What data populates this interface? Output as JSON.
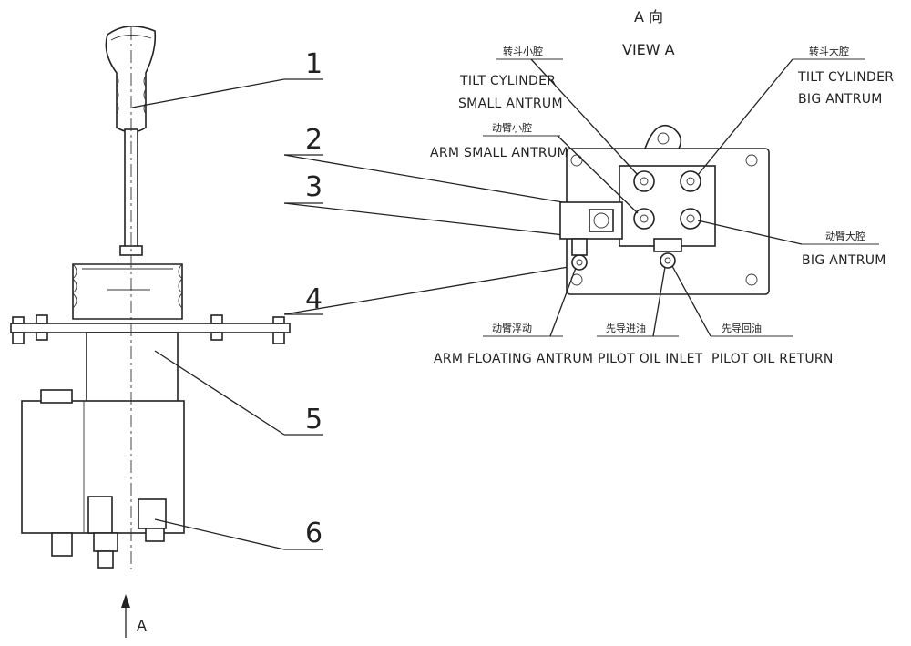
{
  "view": {
    "title_cn": "A 向",
    "title_en": "VIEW A",
    "arrow_label": "A"
  },
  "part_numbers": [
    "1",
    "2",
    "3",
    "4",
    "5",
    "6"
  ],
  "ports": {
    "tilt_small": {
      "cn": "转斗小腔",
      "en_line1": "TILT CYLINDER",
      "en_line2": "SMALL ANTRUM"
    },
    "tilt_big": {
      "cn": "转斗大腔",
      "en_line1": "TILT CYLINDER",
      "en_line2": "BIG ANTRUM"
    },
    "arm_small": {
      "cn": "动臂小腔",
      "en": "ARM SMALL ANTRUM"
    },
    "arm_big": {
      "cn": "动臂大腔",
      "en": "BIG ANTRUM"
    },
    "arm_floating": {
      "cn": "动臂浮动",
      "en": "ARM FLOATING ANTRUM"
    },
    "pilot_inlet": {
      "cn": "先导进油",
      "en": "PILOT OIL INLET"
    },
    "pilot_return": {
      "cn": "先导回油",
      "en": "PILOT OIL RETURN"
    }
  }
}
